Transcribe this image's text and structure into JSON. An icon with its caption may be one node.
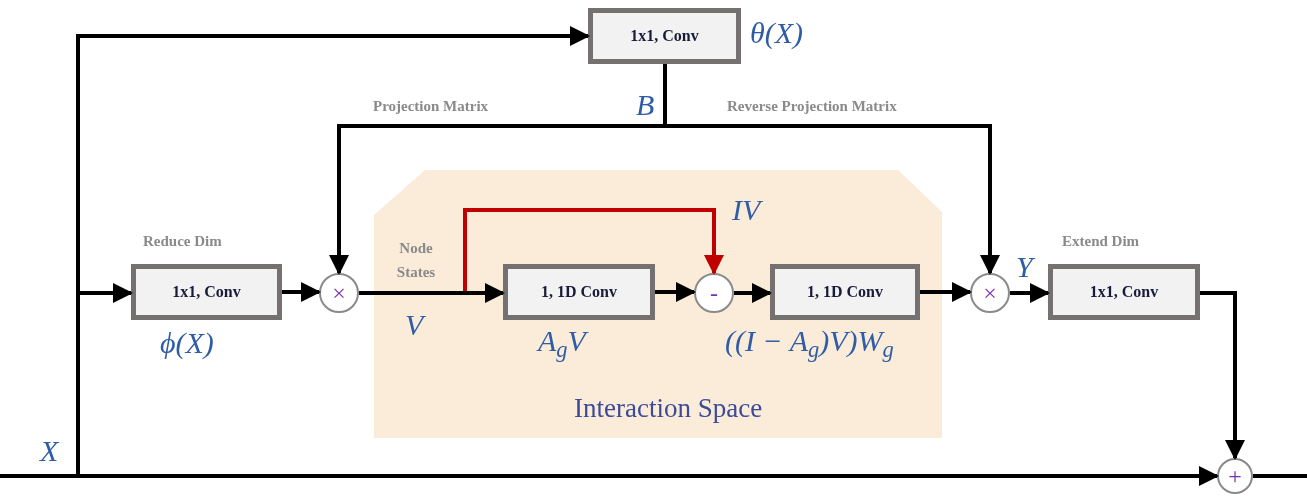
{
  "diagram": {
    "nodes": [
      {
        "text": [
          "1x1, Conv"
        ],
        "beside": [
          "θ(X)"
        ]
      },
      {
        "text": [
          "1x1, Conv"
        ],
        "beside": [
          "ϕ(X)"
        ]
      },
      {
        "text": [
          "×"
        ]
      },
      {
        "text": [
          "Interaction Space"
        ]
      },
      {
        "text": [
          "1, 1D Conv"
        ],
        "in": 3,
        "beside": [
          "A$_{g}$V"
        ]
      },
      {
        "text": [
          "-"
        ],
        "in": 3
      },
      {
        "text": [
          "1, 1D Conv"
        ],
        "in": 3,
        "beside": [
          "((I − A$_{g}$)V)W$_{g}$"
        ]
      },
      {
        "text": [
          "×"
        ]
      },
      {
        "text": [
          "1x1, Conv"
        ]
      },
      {
        "text": [
          "+"
        ]
      }
    ],
    "edges": [
      {
        "from": null,
        "to": 0,
        "arrow": "to"
      },
      {
        "from": null,
        "to": 1,
        "arrow": "to"
      },
      {
        "from": null,
        "to": 9,
        "arrow": "to",
        "label": "X"
      },
      {
        "from": 0,
        "to": 2,
        "arrow": "to",
        "label": "Projection Matrix"
      },
      {
        "from": 0,
        "to": 7,
        "arrow": "to",
        "label": "Reverse Projection Matrix"
      },
      {
        "from": 1,
        "to": 2,
        "arrow": "to"
      },
      {
        "from": 2,
        "to": 4,
        "arrow": "to",
        "label": "V"
      },
      {
        "from": 2,
        "to": 5,
        "arrow": "to",
        "label": "IV",
        "color": "#c00000"
      },
      {
        "from": 4,
        "to": 5,
        "arrow": "to"
      },
      {
        "from": 5,
        "to": 6,
        "arrow": "to"
      },
      {
        "from": 6,
        "to": 7,
        "arrow": "to"
      },
      {
        "from": 7,
        "to": 8,
        "arrow": "to",
        "label": "Y"
      },
      {
        "from": 8,
        "to": 9,
        "arrow": "to"
      },
      {
        "from": 9,
        "to": null,
        "arrow": "none"
      }
    ],
    "labels": [
      "Reduce Dim",
      "Node States",
      "Extend Dim",
      "B"
    ]
  }
}
